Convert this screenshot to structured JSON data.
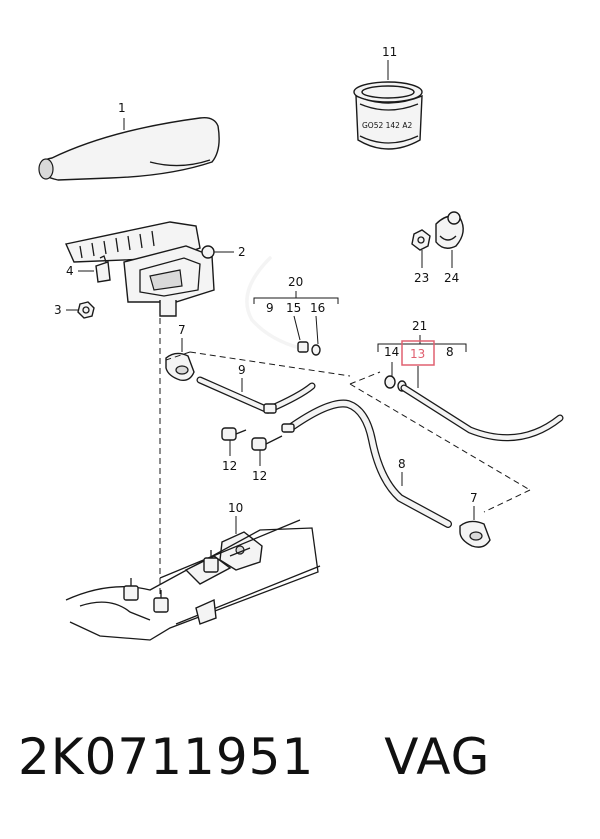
{
  "callouts": {
    "c1": "1",
    "c2": "2",
    "c3": "3",
    "c4": "4",
    "c7a": "7",
    "c7b": "7",
    "c8a": "8",
    "c8b": "8",
    "c9a": "9",
    "c9b": "9",
    "c10": "10",
    "c11": "11",
    "c12a": "12",
    "c12b": "12",
    "c13": "13",
    "c14": "14",
    "c15": "15",
    "c16": "16",
    "c20": "20",
    "c21": "21",
    "c23": "23",
    "c24": "24"
  },
  "part11_marking": "GO52 142 A2",
  "highlight_color": "#e06070",
  "footer": {
    "part_number": "2K0711951",
    "brand": "VAG"
  }
}
